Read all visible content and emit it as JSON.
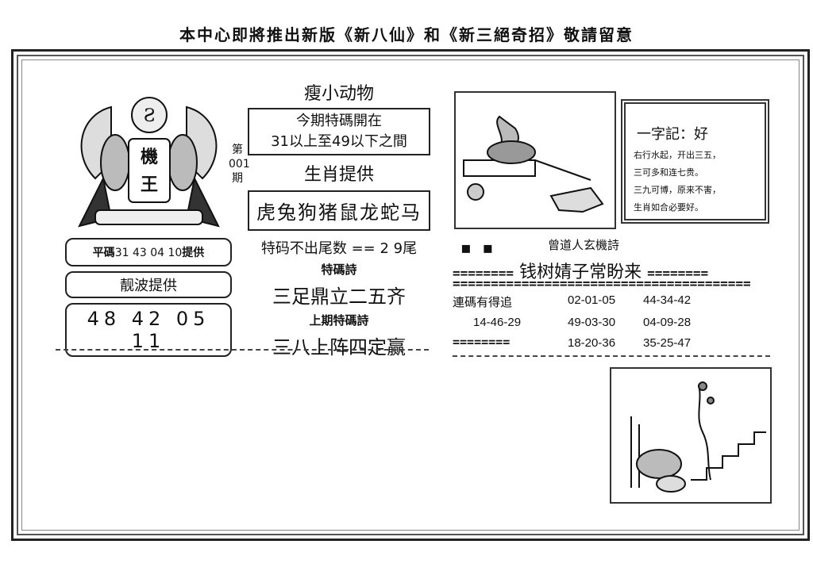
{
  "banner": "本中心即將推出新版《新八仙》和《新三絕奇招》敬請留意",
  "logo": {
    "text": "機王"
  },
  "issue": {
    "prefix": "第",
    "number": "001",
    "suffix": "期"
  },
  "left": {
    "ping_label": "平碼",
    "ping_numbers": "31 43 04 10",
    "ping_suffix": "提供",
    "wave_label": "靓波提供",
    "wave_numbers": "48 42 05 11"
  },
  "middle": {
    "title": "瘦小动物",
    "range_line1": "今期特碼開在",
    "range_line2": "31以上至49以下之間",
    "zodiac_label": "生肖提供",
    "zodiacs": "虎兔狗猪鼠龙蛇马",
    "tail_text": "特码不出尾数 == 2 9尾",
    "poem_label": "特碼詩",
    "poem": "三足鼎立二五齐",
    "last_label": "上期特碼詩",
    "last_poem": "三八上阵四定赢"
  },
  "right_card": {
    "heading": "一字記：好",
    "lines": [
      "右行水起，开出三五，",
      "三可多和连七贵。",
      "三九可博，原来不害，",
      "生肖如合必要好。"
    ]
  },
  "poet_line": "曾道人玄機詩",
  "poem_title": "钱树婧子常盼来",
  "eq_short": "========",
  "eq_long": "=======================================",
  "codes": {
    "label": "連碼有得追",
    "c1": "02-01-05",
    "c2": "44-34-42",
    "c3": "14-46-29",
    "c4": "49-03-30",
    "c5": "04-09-28",
    "c6": "18-20-36",
    "c7": "35-25-47"
  }
}
